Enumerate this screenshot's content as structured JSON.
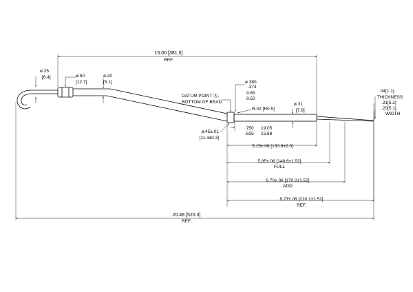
{
  "diagram": {
    "overall_ref": {
      "value": "15.00 [381.0]",
      "note": "REF."
    },
    "total_ref": {
      "value": "20.48 [520.3]",
      "note": "REF."
    },
    "hook_dia": {
      "value": "ø.25",
      "metric": "[6.4]"
    },
    "bead_dia": {
      "value": "ø.50",
      "metric": "[12.7]"
    },
    "tube_dia": {
      "value": "ø.20",
      "metric": "[5.1]"
    },
    "datum": {
      "line1": "DATUM POINT Ⓐ,",
      "line2": "BOTTOM OF BEAD"
    },
    "datum_dia": {
      "value": "ø.380",
      "sub": ".374",
      "metric1": "9.65",
      "metric2": "9.50"
    },
    "radius": "R.02 [R0.5]",
    "sleeve_dia": {
      "value": "ø.31",
      "metric": "[7.9]"
    },
    "blade": {
      "thickness_val": ".04[1.1]",
      "thickness_label": "THICKNESS",
      "width_val1": ".21[5.2]",
      "width_val2": ".20[5.1]",
      "width_label": "WIDTH"
    },
    "bead_od": {
      "value": "ø.45±.01",
      "metric": "[11.4±0.3]"
    },
    "bead_len": {
      "upper": ".750",
      "lower": ".625",
      "metric_upper": "19.05",
      "metric_lower": "15.88"
    },
    "dims": [
      {
        "text": "5.15±.08 [130.8±2.0]",
        "sub": ""
      },
      {
        "text": "5.85±.06 [148.6±1.52]",
        "sub": "FULL"
      },
      {
        "text": "6.70±.06 [170.2±1.52]",
        "sub": "ADD"
      },
      {
        "text": "8.27±.06 [210.1±1.52]",
        "sub": "REF."
      }
    ]
  }
}
